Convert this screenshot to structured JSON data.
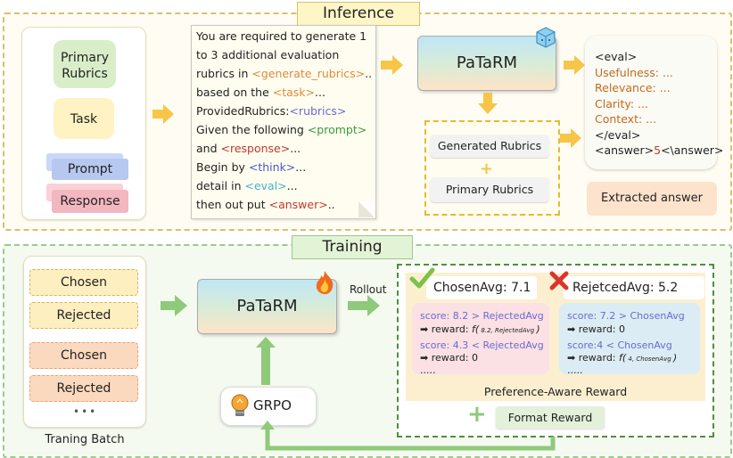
{
  "inference": {
    "title": "Inference",
    "inputs": {
      "primary_rubrics": "Primary\nRubrics",
      "task": "Task",
      "prompt": "Prompt",
      "response": "Response"
    },
    "instruction_lines": [
      [
        {
          "t": "You are required to generate 1",
          "c": ""
        }
      ],
      [
        {
          "t": "to 3 additional evaluation",
          "c": ""
        }
      ],
      [
        {
          "t": "rubrics in ",
          "c": ""
        },
        {
          "t": "<generate_rubrics>",
          "c": "c-orange"
        },
        {
          "t": "..",
          "c": ""
        }
      ],
      [
        {
          "t": "based on the ",
          "c": ""
        },
        {
          "t": "<task>",
          "c": "c-orange"
        },
        {
          "t": "...",
          "c": ""
        }
      ],
      [
        {
          "t": "ProvidedRubrics:",
          "c": ""
        },
        {
          "t": "<rubrics>",
          "c": "c-purple"
        }
      ],
      [
        {
          "t": "Given the following ",
          "c": ""
        },
        {
          "t": "<prompt>",
          "c": "c-green"
        }
      ],
      [
        {
          "t": "and ",
          "c": ""
        },
        {
          "t": "<response>",
          "c": "c-red"
        },
        {
          "t": "...",
          "c": ""
        }
      ],
      [
        {
          "t": "Begin by ",
          "c": ""
        },
        {
          "t": "<think>",
          "c": "c-blue"
        },
        {
          "t": "...",
          "c": ""
        }
      ],
      [
        {
          "t": "detail in ",
          "c": ""
        },
        {
          "t": "<eval>",
          "c": "c-cyan"
        },
        {
          "t": "...",
          "c": ""
        }
      ],
      [
        {
          "t": "then out put ",
          "c": ""
        },
        {
          "t": "<answer>",
          "c": "c-red"
        },
        {
          "t": "..",
          "c": ""
        }
      ]
    ],
    "model_name": "PaTaRM",
    "generated_rubrics": "Generated Rubrics",
    "primary_rubrics": "Primary Rubrics",
    "eval_lines": [
      [
        {
          "t": "<eval>",
          "c": ""
        }
      ],
      [
        {
          "t": "Usefulness: ...",
          "c": "c-brown"
        }
      ],
      [
        {
          "t": "Relevance: ...",
          "c": "c-brown"
        }
      ],
      [
        {
          "t": "Clarity: ...",
          "c": "c-brown"
        }
      ],
      [
        {
          "t": "Context: ...",
          "c": "c-brown"
        }
      ],
      [
        {
          "t": "</eval>",
          "c": ""
        }
      ],
      [
        {
          "t": "<answer>",
          "c": ""
        },
        {
          "t": "5",
          "c": "c-red"
        },
        {
          "t": "<\\answer>",
          "c": ""
        }
      ]
    ],
    "extracted_answer": "Extracted answer"
  },
  "training": {
    "title": "Training",
    "batch_items": [
      {
        "label": "Chosen",
        "tone": "yellow"
      },
      {
        "label": "Rejected",
        "tone": "yellow"
      },
      {
        "label": "Chosen",
        "tone": "orange"
      },
      {
        "label": "Rejected",
        "tone": "orange"
      }
    ],
    "batch_ellipsis": "•••",
    "batch_caption": "Traning Batch",
    "model_name": "PaTaRM",
    "rollout_label": "Rollout",
    "grpo_label": "GRPO",
    "chosen_avg": "ChosenAvg: 7.1",
    "rejected_avg": "RejetcedAvg: 5.2",
    "chosen_lines": {
      "l1": "score: 8.2 > RejectedAvg",
      "l2_prefix": "➡ reward: ",
      "l2_f": "f(",
      "l2_args": " 8.2, RejectedAvg ",
      "l2_close": ")",
      "l3": "score: 4.3 < RejectedAvg",
      "l4": "➡ reward: 0",
      "l5": "....."
    },
    "rejected_lines": {
      "l1": "score: 7.2 > ChosenAvg",
      "l2": "➡ reward: 0",
      "l3": "score:4 < ChosenAvg",
      "l4_prefix": "➡ reward: ",
      "l4_f": "f(",
      "l4_args": " 4, ChosenAvg ",
      "l4_close": ")",
      "l5": "....."
    },
    "pref_reward_label": "Preference-Aware Reward",
    "plus_glyph": "+",
    "format_reward_label": "Format Reward"
  },
  "colors": {
    "arrow_orange": "#f7c548",
    "arrow_green": "#8fc97a",
    "check_green": "#7cc24a",
    "cross_red": "#d9362b"
  }
}
